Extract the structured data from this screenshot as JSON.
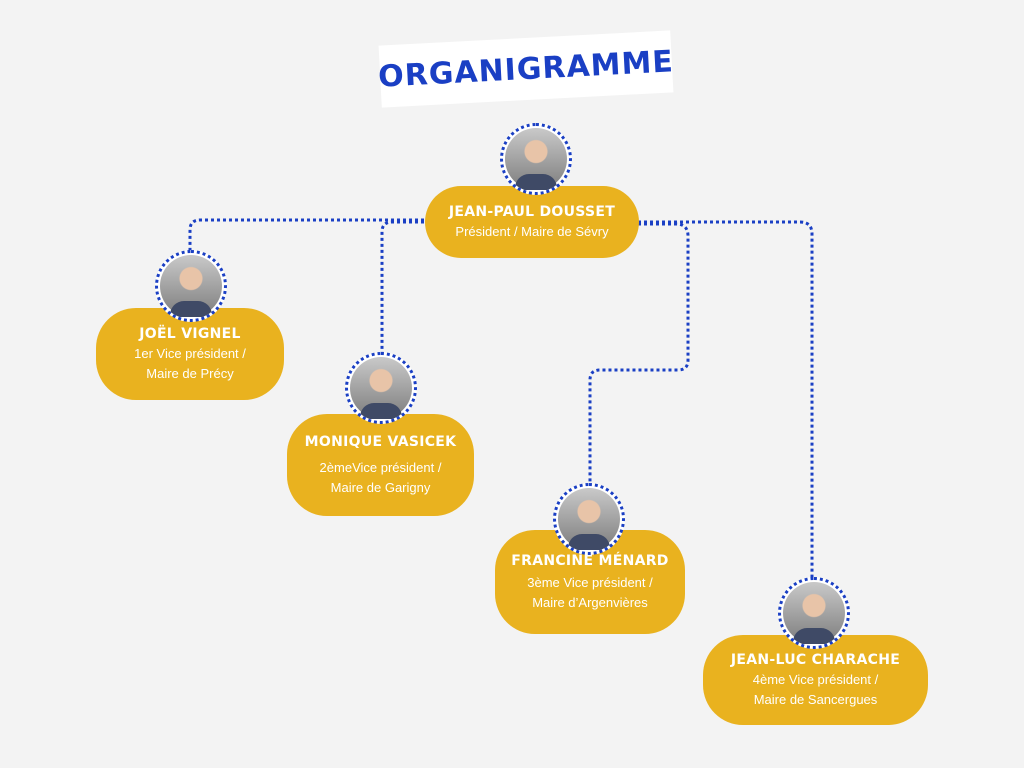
{
  "title": "ORGANIGRAMME",
  "colors": {
    "card": "#e9b21f",
    "connector": "#1a3fc4",
    "title": "#1a3fc4"
  },
  "president": {
    "name": "JEAN-PAUL DOUSSET",
    "role": "Président / Maire de Sévry",
    "icon": "portrait-icon"
  },
  "vice_presidents": [
    {
      "name": "JOËL VIGNEL",
      "role_line1": "1er Vice président /",
      "role_line2": "Maire de Précy",
      "icon": "portrait-icon"
    },
    {
      "name": "MONIQUE VASICEK",
      "role_line1": "2èmeVice président /",
      "role_line2": "Maire de Garigny",
      "icon": "portrait-icon"
    },
    {
      "name": "FRANCINE MÉNARD",
      "role_line1": "3ème Vice président /",
      "role_line2": "Maire d’Argenvières",
      "icon": "portrait-icon"
    },
    {
      "name": "JEAN-LUC CHARACHE",
      "role_line1": "4ème Vice président /",
      "role_line2": "Maire de Sancergues",
      "icon": "portrait-icon"
    }
  ]
}
